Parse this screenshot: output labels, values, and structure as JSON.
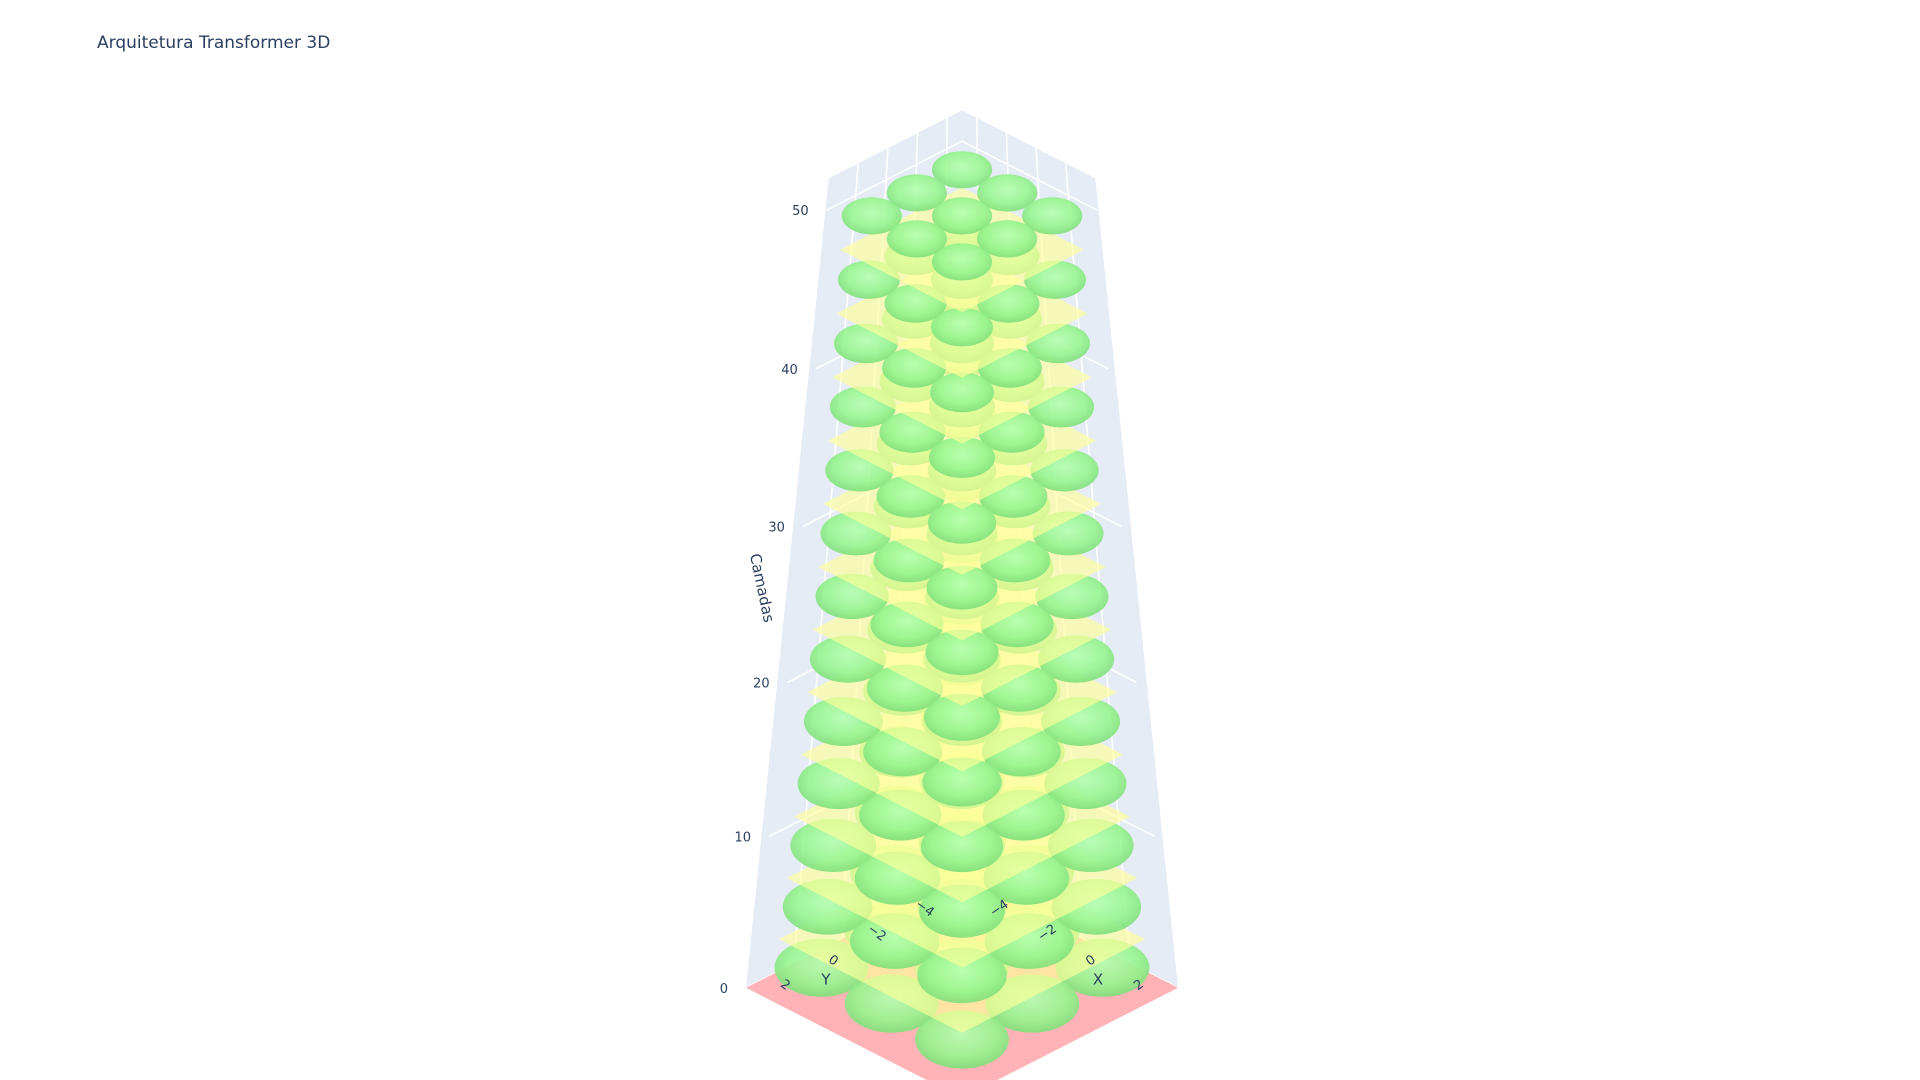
{
  "title": "Arquitetura Transformer 3D",
  "chart_data": {
    "type": "scatter3d",
    "title": "Arquitetura Transformer 3D",
    "scene": {
      "xaxis": {
        "title": "X",
        "range": [
          -5,
          4
        ],
        "ticks": [
          -4,
          -2,
          0,
          2
        ],
        "tick_labels": [
          "−4",
          "−2",
          "0",
          "2"
        ]
      },
      "yaxis": {
        "title": "Y",
        "range": [
          -5,
          4
        ],
        "ticks": [
          -4,
          -2,
          0,
          2
        ],
        "tick_labels": [
          "−4",
          "−2",
          "0",
          "2"
        ]
      },
      "zaxis": {
        "title": "Camadas",
        "range": [
          0,
          52
        ],
        "ticks": [
          0,
          10,
          20,
          30,
          40,
          50
        ],
        "tick_labels": [
          "0",
          "10",
          "20",
          "30",
          "40",
          "50"
        ]
      },
      "grid": true,
      "background": "#e5ecf6"
    },
    "base_plane": {
      "z": 0,
      "color": "#ffb3b6",
      "extent": [
        -5,
        4
      ]
    },
    "layer_planes": {
      "z": [
        4,
        8,
        12,
        16,
        20,
        24,
        28,
        32,
        36,
        40,
        44,
        48
      ],
      "color": "#ffff99",
      "opacity": 0.65,
      "extent": [
        -4,
        4
      ]
    },
    "attention_heads": {
      "color": "#90ee90",
      "radius": 1,
      "positions_xy": [
        [
          -3,
          -3
        ],
        [
          -3,
          0
        ],
        [
          -3,
          3
        ],
        [
          0,
          -3
        ],
        [
          0,
          0
        ],
        [
          0,
          3
        ],
        [
          3,
          -3
        ],
        [
          3,
          0
        ],
        [
          3,
          3
        ]
      ],
      "layers_z": [
        2,
        6,
        10,
        14,
        18,
        22,
        26,
        30,
        34,
        38,
        42,
        46,
        50
      ]
    }
  }
}
